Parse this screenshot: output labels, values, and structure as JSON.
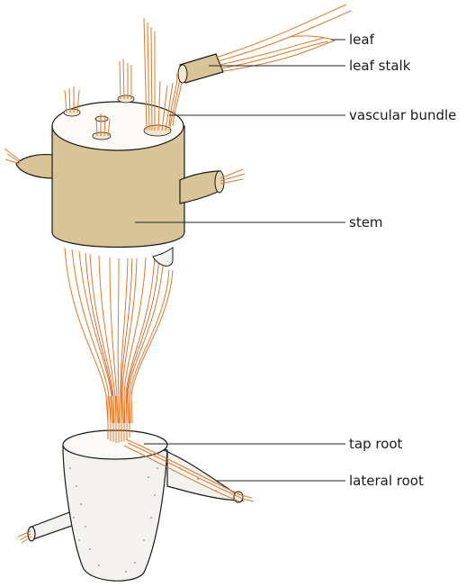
{
  "labels": {
    "leaf": "leaf",
    "leaf_stalk": "leaf stalk",
    "vascular_bundle": "vascular bundle",
    "stem": "stem",
    "tap_root": "tap root",
    "lateral_root": "lateral root"
  },
  "colors": {
    "stem_fill": "#d8c497",
    "stem_shade": "#b89e6d",
    "vascular": "#e0782a",
    "root_fill": "#f4f2ee",
    "line": "#1a1a1a"
  }
}
